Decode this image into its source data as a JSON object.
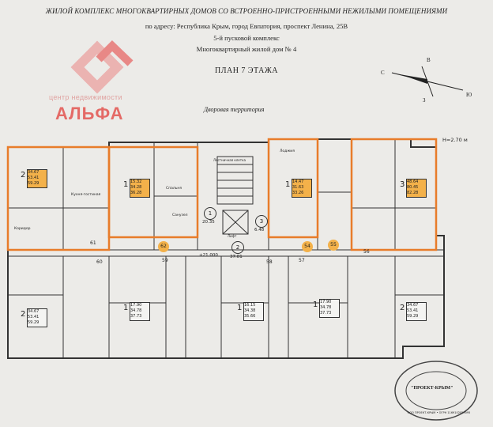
{
  "header": {
    "line1": "ЖИЛОЙ КОМПЛЕКС МНОГОКВАРТИРНЫХ ДОМОВ СО ВСТРОЕННО-ПРИСТРОЕННЫМИ НЕЖИЛЫМИ ПОМЕЩЕНИЯМИ",
    "line2": "по адресу: Республика Крым, город Евпатория, проспект Ленина, 25В",
    "line3": "5-й пусковой комплекс",
    "line4": "Многоквартирный жилой дом № 4",
    "plan_title": "ПЛАН 7 ЭТАЖА"
  },
  "courtyard_label": "Дворовая территория",
  "height_note": "H=2.70 м",
  "logo": {
    "subtitle": "центр недвижимости",
    "brand": "АЛЬФА"
  },
  "compass": {
    "n": "С",
    "s": "Ю",
    "e": "В",
    "w": "З"
  },
  "axes": {
    "left": "61",
    "axis62": "62",
    "axis54": "54",
    "axis55": "55",
    "axis56": "56",
    "axis57": "57",
    "axis58": "58",
    "axis59": "59",
    "axis60": "60",
    "level": "+21,000"
  },
  "apartments_top": [
    {
      "rooms": "2",
      "a": "34.67",
      "b": "53.41",
      "c": "59.29"
    },
    {
      "rooms": "1",
      "a": "15.32",
      "b": "34.28",
      "c": "36.28"
    },
    {
      "rooms": "1",
      "a": "14.47",
      "b": "31.63",
      "c": "33.26"
    },
    {
      "rooms": "3",
      "a": "48.64",
      "b": "80.45",
      "c": "82.28"
    }
  ],
  "apartments_bottom": [
    {
      "rooms": "2",
      "a": "34.67",
      "b": "53.41",
      "c": "59.29"
    },
    {
      "rooms": "1",
      "a": "17.90",
      "b": "34.78",
      "c": "37.73"
    },
    {
      "rooms": "1",
      "a": "16.15",
      "b": "34.38",
      "c": "35.66"
    },
    {
      "rooms": "1",
      "a": "17.90",
      "b": "34.78",
      "c": "37.73"
    },
    {
      "rooms": "2",
      "a": "34.67",
      "b": "53.41",
      "c": "59.29"
    }
  ],
  "room_labels": {
    "kitchen": "Кухня-гостиная",
    "bedroom": "Спальня",
    "bathroom": "Санузел",
    "hall": "Коридор",
    "loggia": "Лоджия",
    "stair": "Лестничная клетка",
    "elevator": "Лифт"
  },
  "core": {
    "r1": "1",
    "r1_area": "20.35",
    "r2": "2",
    "r2_area": "37.81",
    "r3": "3",
    "r3_area": "6.48"
  },
  "stamp": {
    "text": "\"ПРОЕКТ-КРЫМ\"",
    "ring": "ООО ПРОЕКТ-КРЫМ • ОГРН 1169102059095"
  }
}
